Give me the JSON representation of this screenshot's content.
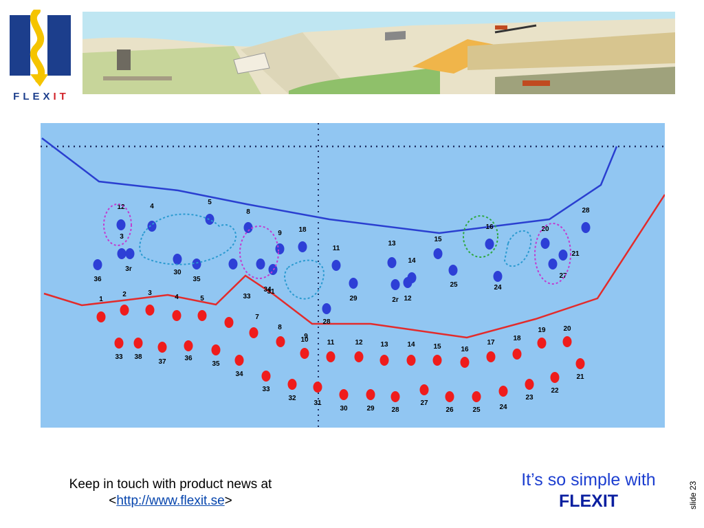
{
  "logo": {
    "word_prefix": "FLEX",
    "word_suffix": "IT"
  },
  "footer": {
    "line1": "Keep in touch with product news at",
    "open": "<",
    "link": "http://www.flexit.se",
    "close": ">"
  },
  "tagline": {
    "line1": "It’s so simple with",
    "line2": "FLEXIT"
  },
  "slide_number": "slide 23",
  "diagram": {
    "blue_labels": [
      "12",
      "4",
      "5",
      "8",
      "18",
      "9",
      "11",
      "13",
      "14",
      "15",
      "16",
      "20",
      "28",
      "21",
      "3",
      "3r",
      "30",
      "35",
      "36",
      "33",
      "34",
      "31",
      "29",
      "2r",
      "25",
      "24",
      "27",
      "28",
      "12"
    ],
    "red_top_labels": [
      "1",
      "2",
      "3",
      "4",
      "5",
      "7",
      "8",
      "9",
      "10",
      "11",
      "12",
      "13",
      "14",
      "15",
      "16",
      "17",
      "18",
      "19",
      "20"
    ],
    "red_bottom_labels": [
      "33",
      "38",
      "37",
      "36",
      "35",
      "34",
      "33",
      "32",
      "31",
      "30",
      "29",
      "28",
      "27",
      "26",
      "25",
      "24",
      "23",
      "22",
      "21"
    ]
  },
  "colors": {
    "logo_blue": "#1c3e8c",
    "logo_yellow": "#f5c400",
    "logo_red": "#d2232a",
    "diagram_bg": "#91c6f2",
    "blue_line": "#2a3fd0",
    "red_line": "#e32b2b",
    "blue_dot": "#2d3fd6",
    "red_dot": "#ef1c1c",
    "tagline": "#1c3ed0"
  }
}
